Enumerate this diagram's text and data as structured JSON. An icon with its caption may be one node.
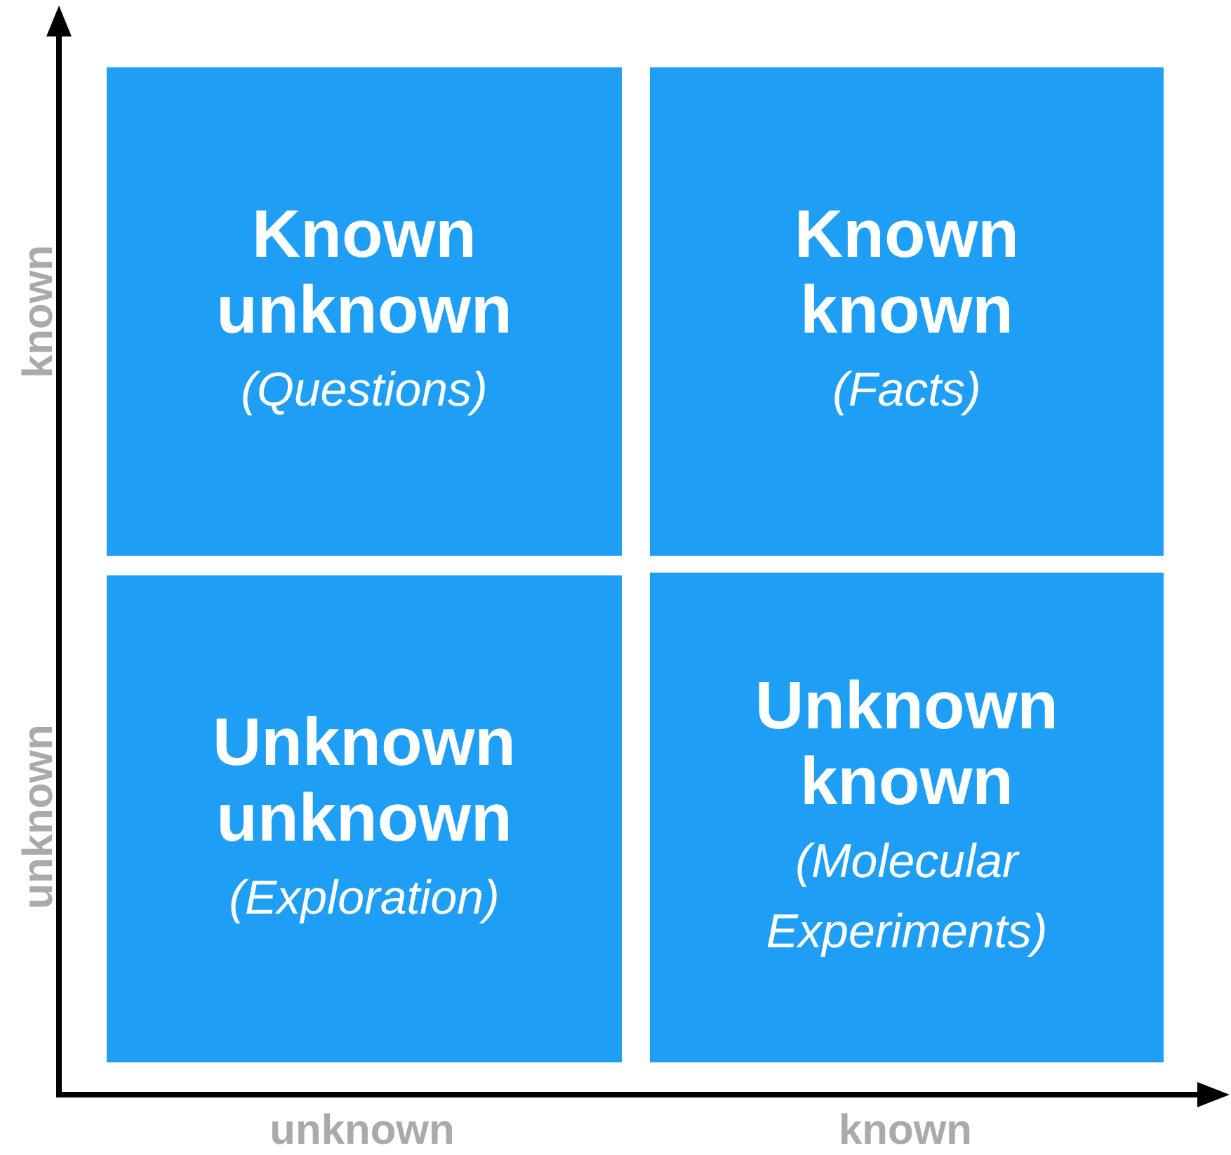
{
  "diagram": {
    "nodes": [
      {
        "text": [
          "Known unknown",
          "(Questions)"
        ]
      },
      {
        "text": [
          "Known known",
          "(Facts)"
        ]
      },
      {
        "text": [
          "Unknown unknown",
          "(Exploration)"
        ]
      },
      {
        "text": [
          "Unknown known",
          "(Molecular Experiments)"
        ]
      }
    ],
    "labels": [
      "known",
      "unknown",
      "unknown",
      "known"
    ]
  }
}
